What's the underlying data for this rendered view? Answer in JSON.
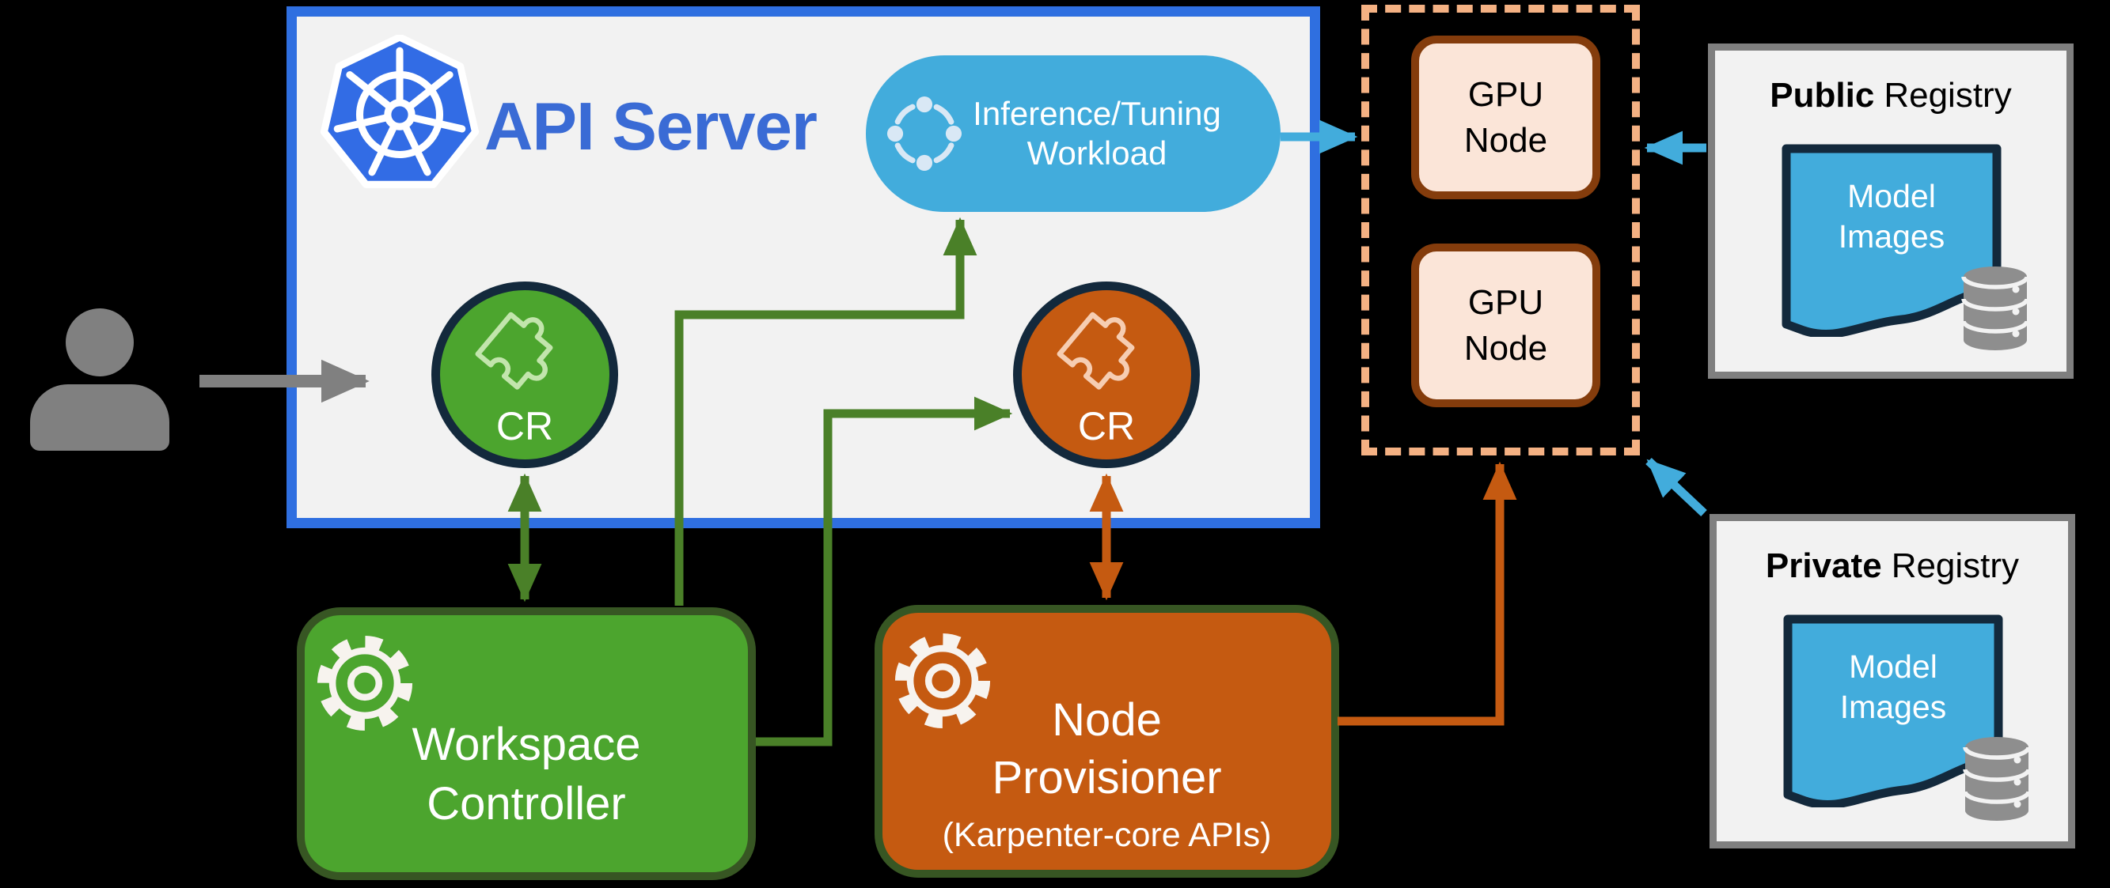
{
  "colors": {
    "background": "#000000",
    "panel": "#F2F2F2",
    "api_border": "#2F6FE0",
    "api_text": "#3A6BD5",
    "k8s_blue": "#326CE5",
    "sky": "#42ACDC",
    "sky_icon": "#D9E8F5",
    "green": "#4CA52E",
    "green_line": "#4A8028",
    "dark_green": "#375623",
    "orange": "#C55A11",
    "navy": "#13293C",
    "gpu_fill": "#FBE5D8",
    "gpu_border": "#843C0C",
    "dash": "#F4B183",
    "gray": "#808080",
    "registry_border": "#7F7F7F",
    "db_gray": "#8E8E8E",
    "puzzle_green": "#C2E5AC",
    "puzzle_orange": "#F6CDB2"
  },
  "api_server": {
    "title": "API Server"
  },
  "workload": {
    "line1": "Inference/Tuning",
    "line2": "Workload"
  },
  "workspace_cr": {
    "label": "CR"
  },
  "node_cr": {
    "label": "CR"
  },
  "gpu_nodes": [
    {
      "line1": "GPU",
      "line2": "Node"
    },
    {
      "line1": "GPU",
      "line2": "Node"
    }
  ],
  "public_registry": {
    "title_bold": "Public",
    "title_rest": "Registry",
    "model": {
      "line1": "Model",
      "line2": "Images"
    }
  },
  "private_registry": {
    "title_bold": "Private",
    "title_rest": "Registry",
    "model": {
      "line1": "Model",
      "line2": "Images"
    }
  },
  "workspace_controller": {
    "line1": "Workspace",
    "line2": "Controller"
  },
  "node_provisioner": {
    "line1": "Node",
    "line2": "Provisioner",
    "subtitle": "(Karpenter-core APIs)"
  }
}
